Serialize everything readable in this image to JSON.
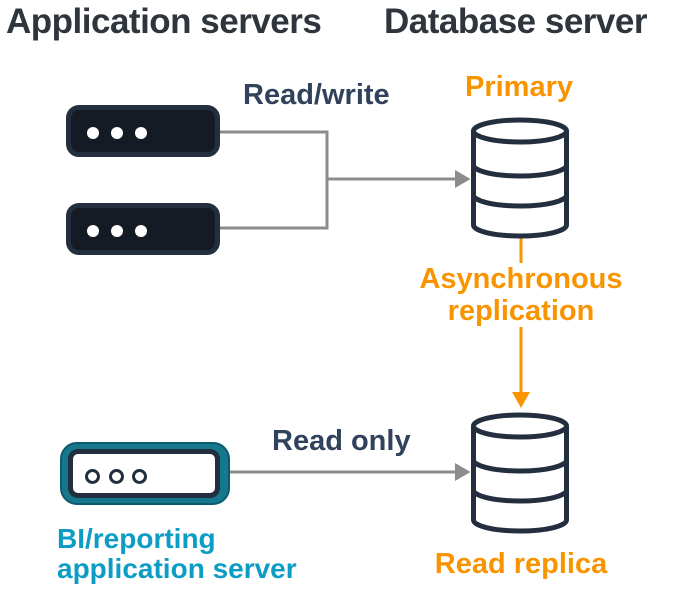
{
  "headers": {
    "left": "Application servers",
    "right": "Database server"
  },
  "nodes": {
    "app_server_1": {
      "icon": "server-icon"
    },
    "app_server_2": {
      "icon": "server-icon"
    },
    "primary_db": {
      "icon": "database-cylinder-icon",
      "label": "Primary"
    },
    "read_replica_db": {
      "icon": "database-cylinder-icon",
      "label": "Read replica"
    },
    "bi_server": {
      "icon": "server-icon-highlighted",
      "label_line1": "BI/reporting",
      "label_line2": "application server"
    }
  },
  "edges": {
    "read_write": {
      "label": "Read/write",
      "from": "application servers",
      "to": "primary database",
      "style": "gray-arrow"
    },
    "async_replication": {
      "label_line1": "Asynchronous",
      "label_line2": "replication",
      "from": "primary database",
      "to": "read replica",
      "style": "orange-arrow"
    },
    "read_only": {
      "label": "Read only",
      "from": "bi server",
      "to": "read replica",
      "style": "gray-arrow"
    }
  },
  "colors": {
    "background": "#FFFFFF",
    "icon_outline_navy": "#232F3E",
    "heading_text": "#2F353D",
    "slate_label_text": "#31435C",
    "orange_accent": "#F79400",
    "teal_highlight_border": "#15788C",
    "teal_label_text": "#0C9CC4",
    "connector_gray": "#8C8C8C"
  }
}
